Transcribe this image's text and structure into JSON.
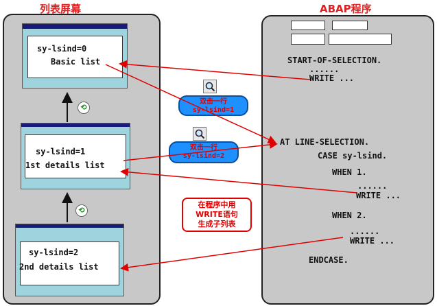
{
  "titles": {
    "left": "列表屏幕",
    "right": "ABAP程序"
  },
  "lists": [
    {
      "sy": "sy-lsind=0",
      "label": "Basic list"
    },
    {
      "sy": "sy-lsind=1",
      "label": "1st details list"
    },
    {
      "sy": "sy-lsind=2",
      "label": "2nd details list"
    }
  ],
  "bubbles": [
    {
      "line1": "双击一行",
      "line2": "sy-lsind=1"
    },
    {
      "line1": "双击一行",
      "line2": "sy-lsind=2"
    }
  ],
  "note": {
    "line1": "在程序中用",
    "line2": "WRITE语句",
    "line3": "生成子列表"
  },
  "code": {
    "start": "START-OF-SELECTION.",
    "dots1": "......",
    "write1": "WRITE ...",
    "at": "AT LINE-SELECTION.",
    "case": "CASE sy-lsind.",
    "when1": "WHEN 1.",
    "dots2": "......",
    "write2": "WRITE ...",
    "when2": "WHEN 2.",
    "dots3": "......",
    "write3": "WRITE ...",
    "endcase": "ENDCASE."
  },
  "colors": {
    "arrow": "#e00000",
    "panel": "#c8c8c8",
    "window": "#9fd3de",
    "titlebar": "#1a1a7a",
    "bubble": "#1e90ff"
  },
  "icons": [
    "magnifier-icon",
    "back-arrow-icon"
  ]
}
